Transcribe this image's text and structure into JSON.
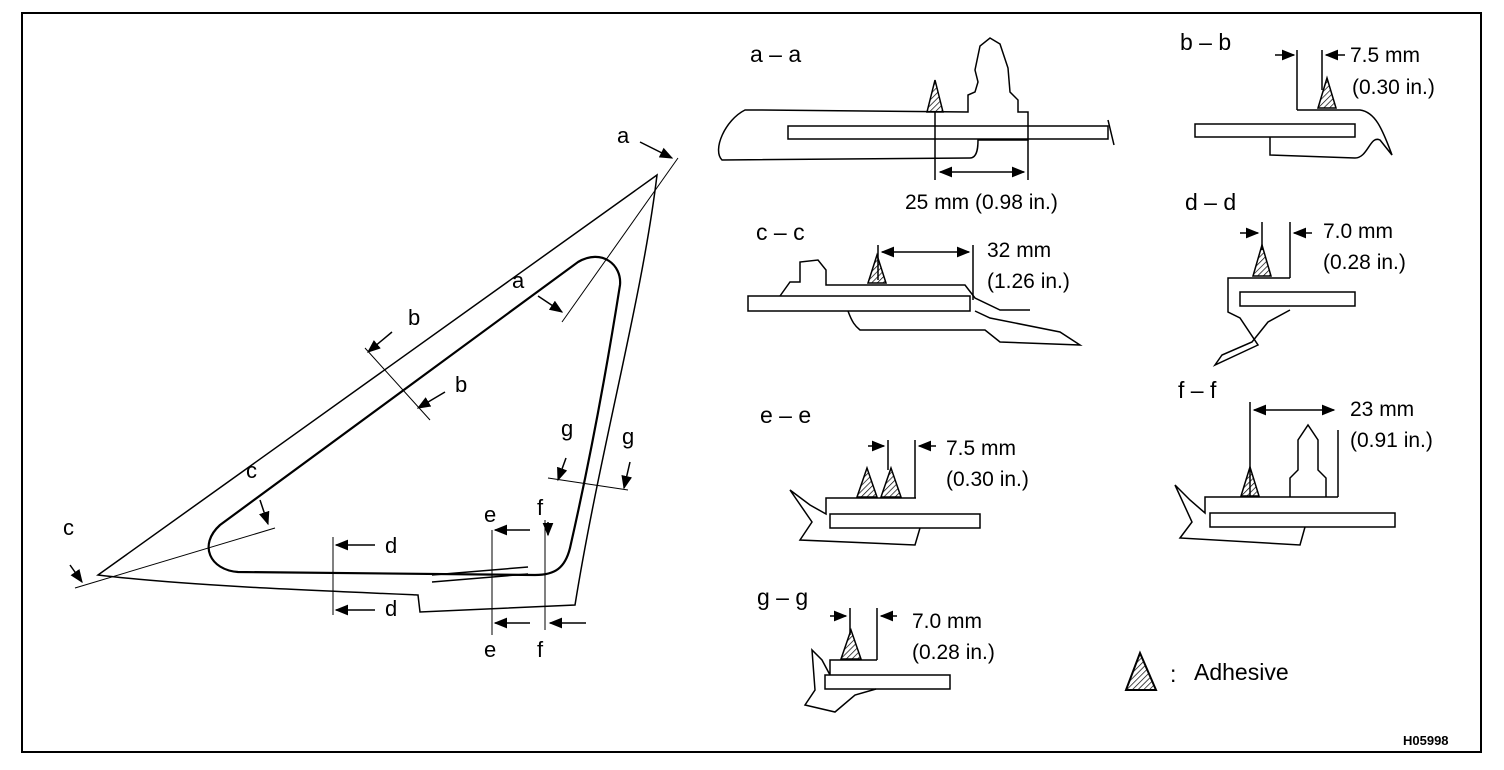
{
  "figure_code": "H05998",
  "legend": {
    "symbol_name": "adhesive-symbol",
    "separator": ":",
    "text": "Adhesive"
  },
  "overview_labels": {
    "a_top": "a",
    "a_inner": "a",
    "b_outer": "b",
    "b_inner": "b",
    "c_inner": "c",
    "c_outer": "c",
    "d_top": "d",
    "d_bottom": "d",
    "e_top": "e",
    "e_bottom": "e",
    "f_top": "f",
    "f_bottom": "f",
    "g_left": "g",
    "g_right": "g"
  },
  "sections": {
    "aa": {
      "title": "a – a",
      "dim_mm": "25 mm (0.98 in.)"
    },
    "bb": {
      "title": "b – b",
      "dim_mm": "7.5 mm",
      "dim_in": "(0.30 in.)"
    },
    "cc": {
      "title": "c – c",
      "dim_mm": "32 mm",
      "dim_in": "(1.26 in.)"
    },
    "dd": {
      "title": "d – d",
      "dim_mm": "7.0 mm",
      "dim_in": "(0.28 in.)"
    },
    "ee": {
      "title": "e – e",
      "dim_mm": "7.5 mm",
      "dim_in": "(0.30 in.)"
    },
    "ff": {
      "title": "f – f",
      "dim_mm": "23 mm",
      "dim_in": "(0.91 in.)"
    },
    "gg": {
      "title": "g – g",
      "dim_mm": "7.0 mm",
      "dim_in": "(0.28 in.)"
    }
  }
}
